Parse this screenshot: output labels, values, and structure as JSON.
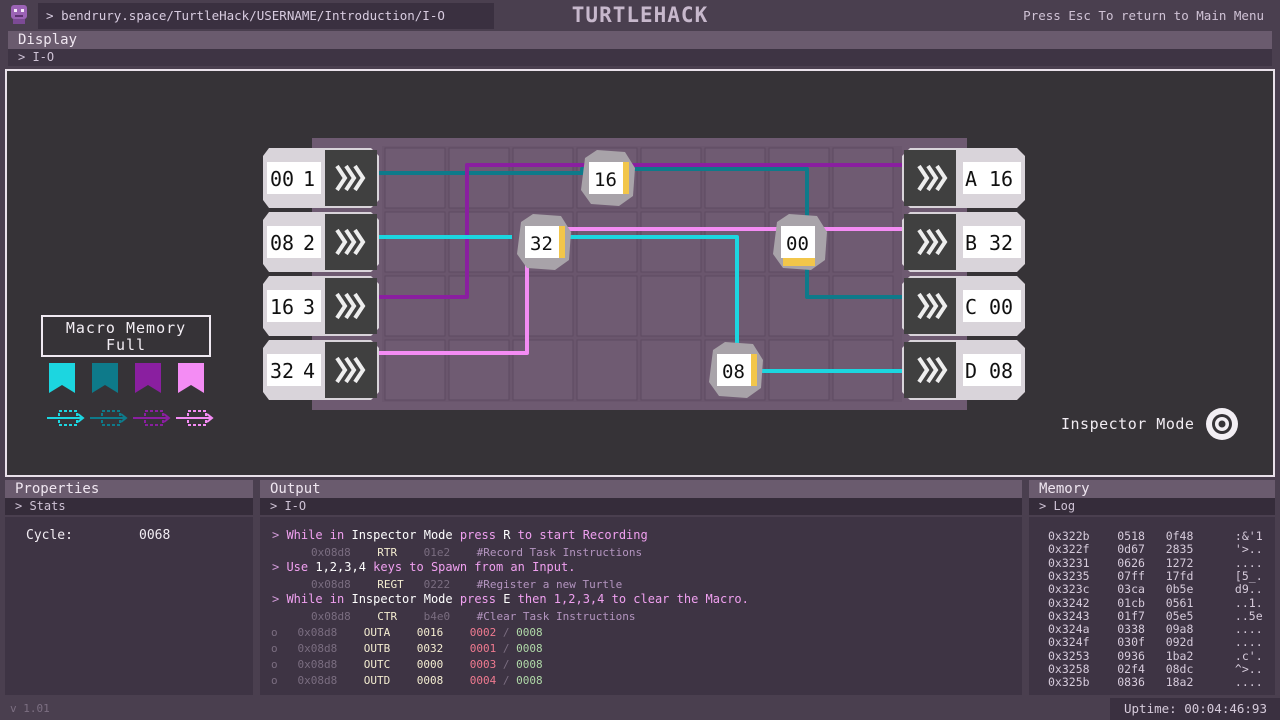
{
  "topbar": {
    "url": "bendrury.space/TurtleHack/USERNAME/Introduction/I-O",
    "url_prefix": ">",
    "title": "TURTLEHACK",
    "esc_message": "Press Esc To return to Main Menu"
  },
  "display": {
    "header": "Display",
    "sub": "> I-O",
    "macro_memory": "Macro Memory Full",
    "inspector_mode": "Inspector Mode",
    "inputs": [
      {
        "value": "00",
        "index": "1"
      },
      {
        "value": "08",
        "index": "2"
      },
      {
        "value": "16",
        "index": "3"
      },
      {
        "value": "32",
        "index": "4"
      }
    ],
    "outputs": [
      {
        "label": "A",
        "value": "16"
      },
      {
        "label": "B",
        "value": "32"
      },
      {
        "label": "C",
        "value": "00"
      },
      {
        "label": "D",
        "value": "08"
      }
    ],
    "turtles": [
      {
        "value": "16"
      },
      {
        "value": "32"
      },
      {
        "value": "00"
      },
      {
        "value": "08"
      }
    ],
    "macro_colors": [
      "#1cd6e0",
      "#0e7a8a",
      "#8a1fa0",
      "#f48cf4"
    ]
  },
  "properties": {
    "header": "Properties",
    "sub": "> Stats",
    "cycle_label": "Cycle:",
    "cycle_value": "0068"
  },
  "output": {
    "header": "Output",
    "sub": "> I-O",
    "lines": [
      {
        "pre": "While in ",
        "hl": "Inspector Mode",
        "post": " press ",
        "key": "R",
        "end": " to start Recording"
      },
      {
        "addr": "0x08d8",
        "op": "RTR",
        "code": "01e2",
        "comment": "#Record Task Instructions"
      },
      {
        "pre": "Use ",
        "hl": "1,2,3,4",
        "post": " keys to Spawn from an Input.",
        "key": "",
        "end": ""
      },
      {
        "addr": "0x08d8",
        "op": "REGT",
        "code": "0222",
        "comment": "#Register a new Turtle"
      },
      {
        "pre": "While in ",
        "hl": "Inspector Mode",
        "post": " press ",
        "key": "E",
        "end": " then 1,2,3,4 to clear the Macro."
      },
      {
        "addr": "0x08d8",
        "op": "CTR",
        "code": "b4e0",
        "comment": "#Clear Task Instructions"
      }
    ],
    "outs": [
      {
        "addr": "0x08d8",
        "op": "OUTA",
        "val": "0016",
        "count": "0002",
        "total": "0008"
      },
      {
        "addr": "0x08d8",
        "op": "OUTB",
        "val": "0032",
        "count": "0001",
        "total": "0008"
      },
      {
        "addr": "0x08d8",
        "op": "OUTC",
        "val": "0000",
        "count": "0003",
        "total": "0008"
      },
      {
        "addr": "0x08d8",
        "op": "OUTD",
        "val": "0008",
        "count": "0004",
        "total": "0008"
      }
    ]
  },
  "memory": {
    "header": "Memory",
    "sub": "> Log",
    "rows": [
      [
        "0x322b",
        "0518",
        "0f48",
        ":&'1"
      ],
      [
        "0x322f",
        "0d67",
        "2835",
        "'>.."
      ],
      [
        "0x3231",
        "0626",
        "1272",
        "...."
      ],
      [
        "0x3235",
        "07ff",
        "17fd",
        "[5_."
      ],
      [
        "0x323c",
        "03ca",
        "0b5e",
        "d9.."
      ],
      [
        "0x3242",
        "01cb",
        "0561",
        "..1."
      ],
      [
        "0x3243",
        "01f7",
        "05e5",
        "..5e"
      ],
      [
        "0x324a",
        "0338",
        "09a8",
        "...."
      ],
      [
        "0x324f",
        "030f",
        "092d",
        "...."
      ],
      [
        "0x3253",
        "0936",
        "1ba2",
        ".c'."
      ],
      [
        "0x3258",
        "02f4",
        "08dc",
        "^>.."
      ],
      [
        "0x325b",
        "0836",
        "18a2",
        "...."
      ]
    ]
  },
  "footer": {
    "version": "v 1.01",
    "uptime": "Uptime: 00:04:46:93"
  }
}
